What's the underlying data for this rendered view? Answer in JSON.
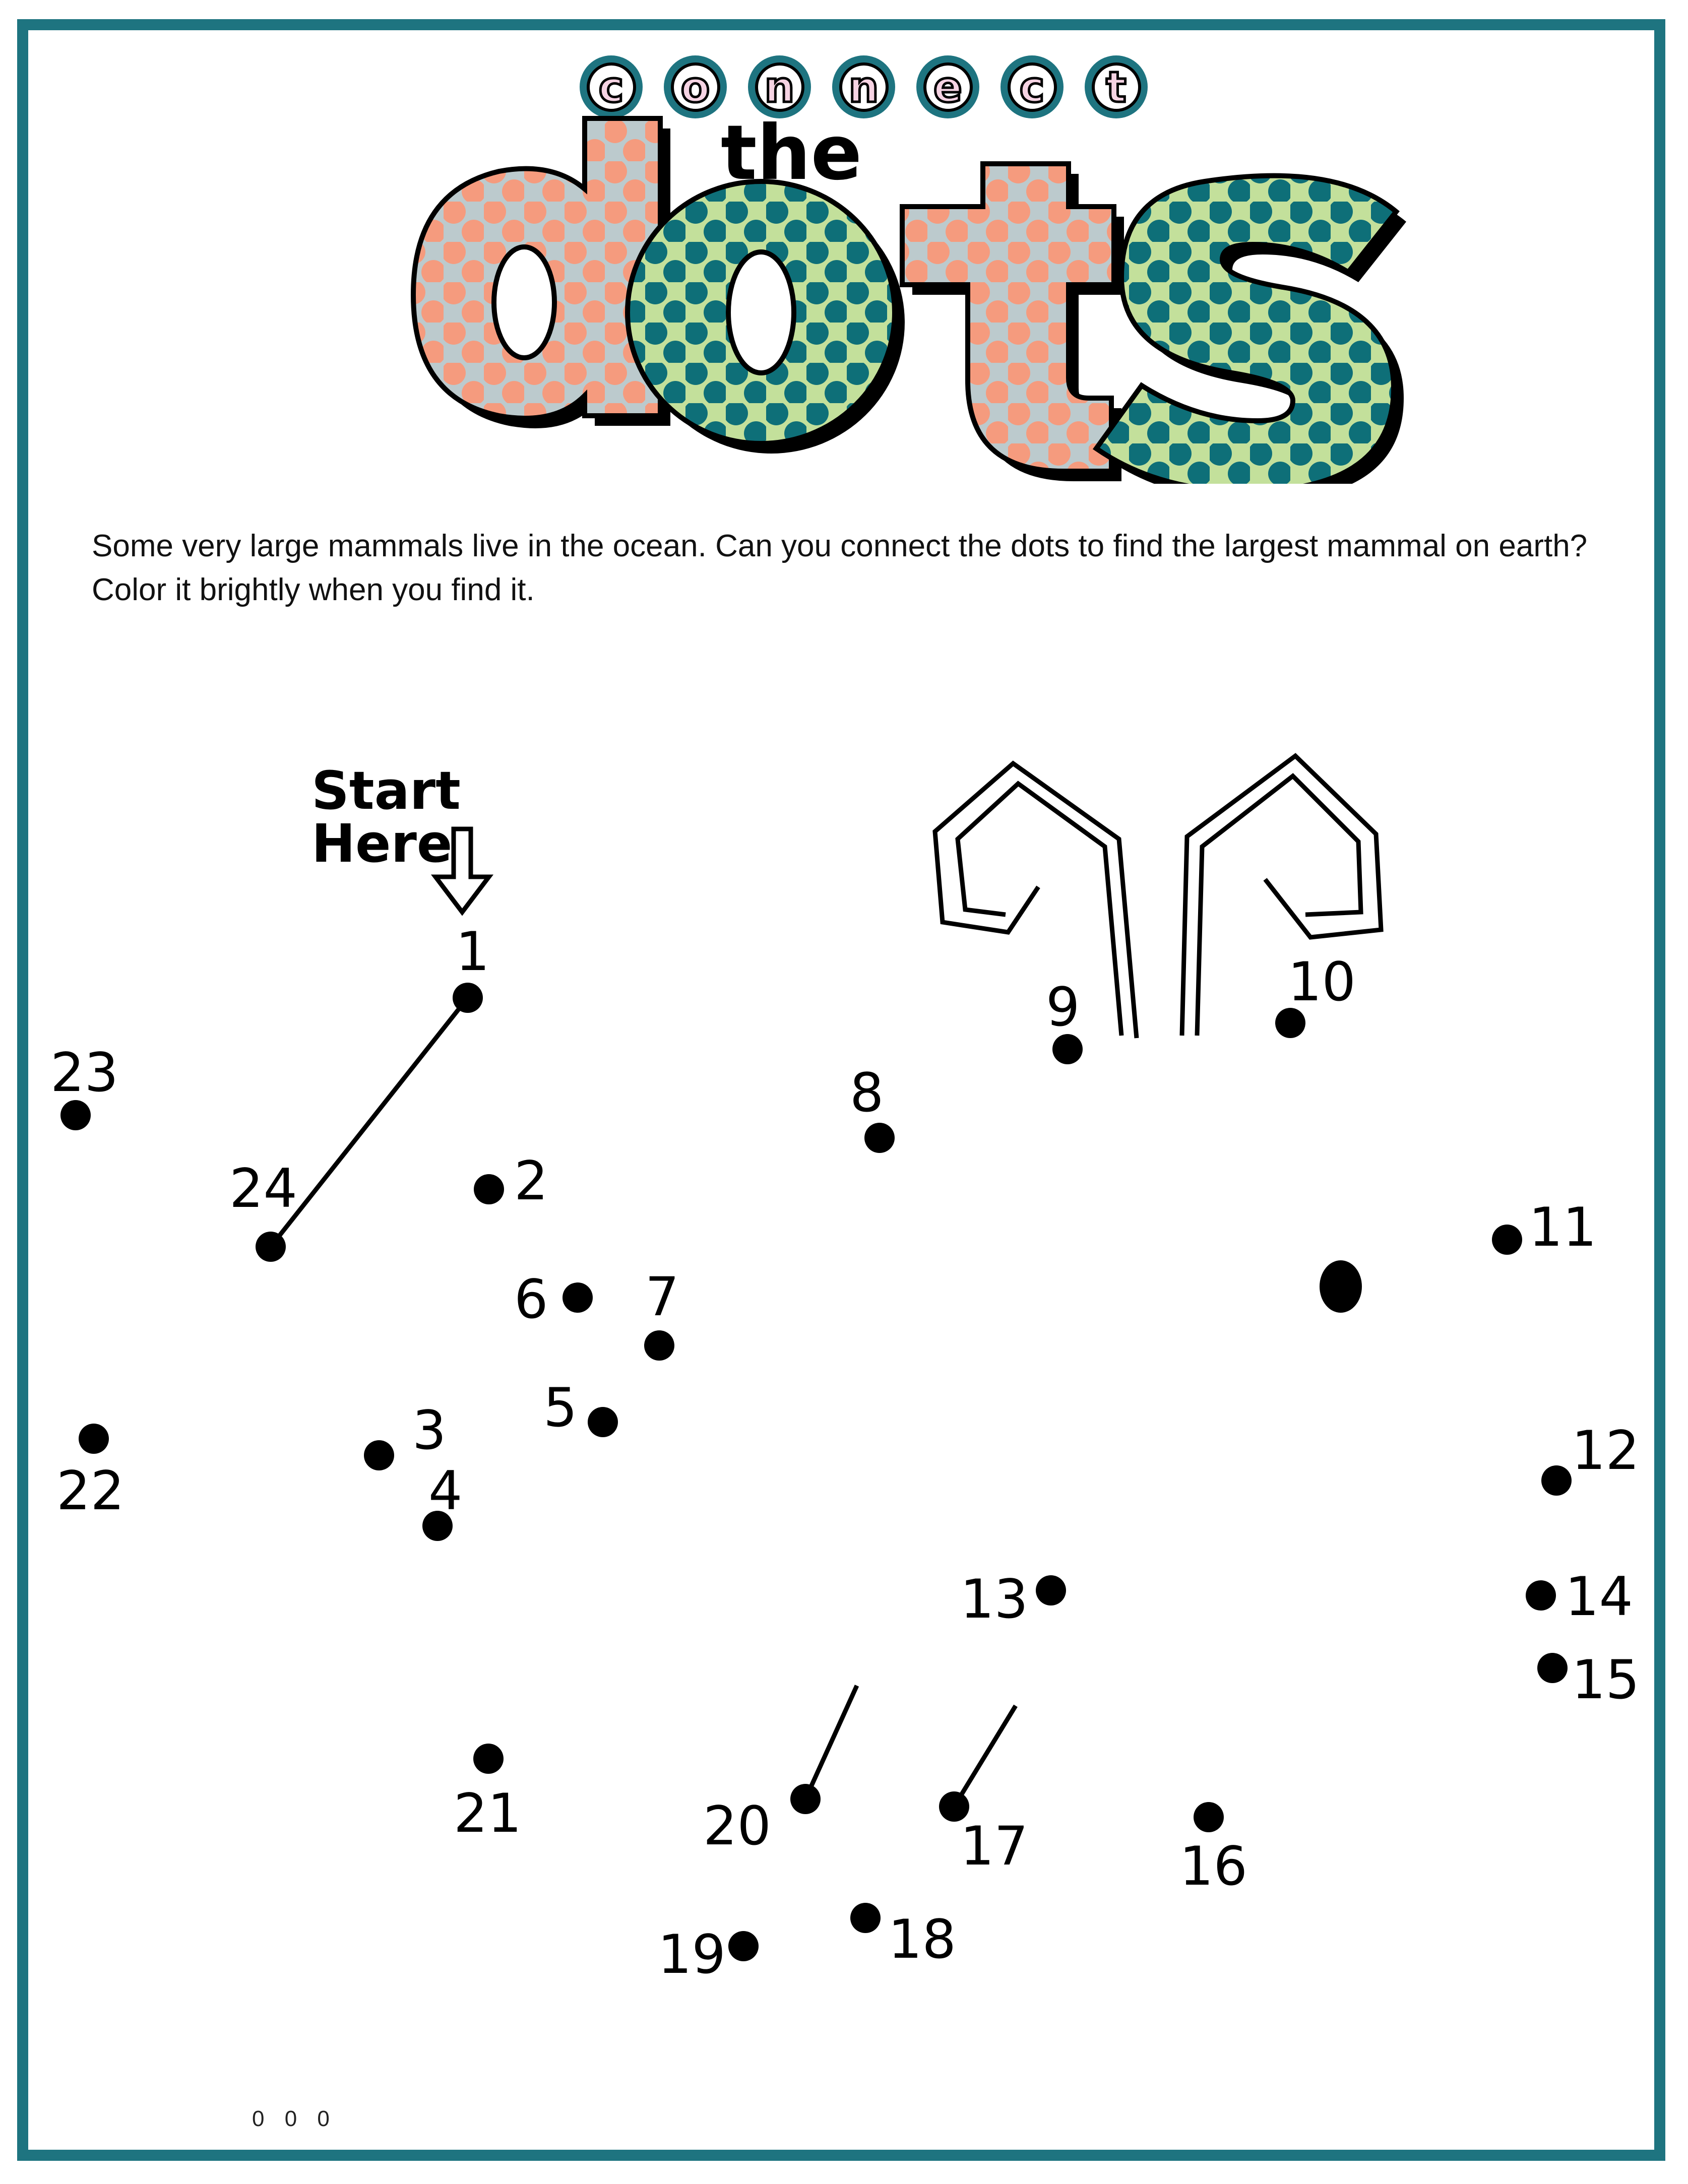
{
  "title": {
    "connect_letters": [
      "c",
      "o",
      "n",
      "n",
      "e",
      "c",
      "t"
    ],
    "the_word": "the",
    "dots_word": "dots",
    "colors": {
      "frame": "#1e7480",
      "connect_bubble": "#1e7480",
      "connect_letter_fill": "#f6d3e3",
      "d_fill": "#bccacd",
      "d_dots": "#f59b7e",
      "o_fill": "#c3e09b",
      "o_dots": "#0e6f78",
      "t_fill": "#bccacd",
      "t_dots": "#f59b7e",
      "s_fill": "#c3e09b",
      "s_dots": "#0e6f78"
    }
  },
  "instructions": "Some very large mammals live in the ocean.  Can you connect the dots to find the largest mammal on earth?  Color it brightly when you find it.",
  "start_label": {
    "line1": "Start",
    "line2": "Here",
    "icon": "down-arrow-icon"
  },
  "dots": [
    {
      "n": "1"
    },
    {
      "n": "2"
    },
    {
      "n": "3"
    },
    {
      "n": "4"
    },
    {
      "n": "5"
    },
    {
      "n": "6"
    },
    {
      "n": "7"
    },
    {
      "n": "8"
    },
    {
      "n": "9"
    },
    {
      "n": "10"
    },
    {
      "n": "11"
    },
    {
      "n": "12"
    },
    {
      "n": "13"
    },
    {
      "n": "14"
    },
    {
      "n": "15"
    },
    {
      "n": "16"
    },
    {
      "n": "17"
    },
    {
      "n": "18"
    },
    {
      "n": "19"
    },
    {
      "n": "20"
    },
    {
      "n": "21"
    },
    {
      "n": "22"
    },
    {
      "n": "23"
    },
    {
      "n": "24"
    }
  ],
  "footer_code": "0 0 0"
}
